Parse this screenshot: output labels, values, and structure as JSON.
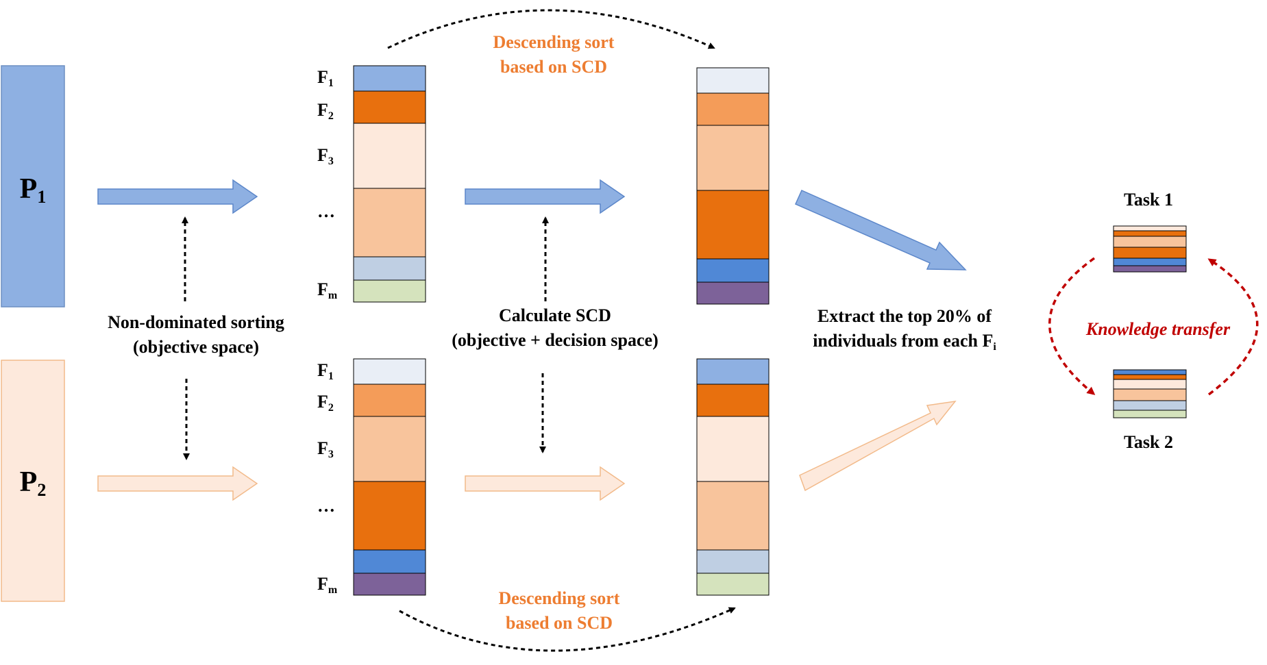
{
  "colors": {
    "light_blue": "#8eb0e2",
    "dark_orange": "#e8700e",
    "very_light_peach": "#fde9dc",
    "peach": "#f8c49c",
    "gray_blue": "#bfcfe3",
    "light_green": "#d5e3bd",
    "pale_blue": "#e9eef6",
    "mid_orange": "#f49c59",
    "blue": "#5088d6",
    "purple": "#7d6299",
    "p1_fill": "#8eb0e2",
    "p2_fill": "#fde9dc",
    "p2_stroke": "#f2ba8a",
    "knowledge_red": "#c00000",
    "sort_orange": "#ed7d31"
  },
  "populations": {
    "p1": {
      "letter": "P",
      "sub": "1"
    },
    "p2": {
      "letter": "P",
      "sub": "2"
    }
  },
  "front_labels": [
    {
      "letter": "F",
      "sub": "1"
    },
    {
      "letter": "F",
      "sub": "2"
    },
    {
      "letter": "F",
      "sub": "3"
    },
    {
      "letter": "…",
      "sub": ""
    },
    {
      "letter": "F",
      "sub": "m"
    }
  ],
  "labels": {
    "nds_line1": "Non-dominated sorting",
    "nds_line2": "(objective space)",
    "scd_line1": "Calculate SCD",
    "scd_line2": "(objective + decision space)",
    "sort_top_line1": "Descending sort",
    "sort_top_line2": "based on SCD",
    "sort_bottom_line1": "Descending sort",
    "sort_bottom_line2": "based on SCD",
    "extract_line1": "Extract the top 20% of",
    "extract_line2_main": "individuals from each F",
    "extract_line2_sub": "i",
    "task1": "Task 1",
    "task2": "Task 2",
    "knowledge_transfer": "Knowledge transfer"
  },
  "stacks": {
    "top_sorted_by_front": [
      "light_blue",
      "dark_orange",
      "very_light_peach",
      "peach",
      "gray_blue",
      "light_green"
    ],
    "top_sorted_by_scd": [
      "pale_blue",
      "mid_orange",
      "peach",
      "dark_orange",
      "blue",
      "purple"
    ],
    "bottom_sorted_by_front": [
      "pale_blue",
      "mid_orange",
      "peach",
      "dark_orange",
      "blue",
      "purple"
    ],
    "bottom_sorted_by_scd": [
      "light_blue",
      "dark_orange",
      "very_light_peach",
      "peach",
      "gray_blue",
      "light_green"
    ],
    "task1_stack": [
      "very_light_peach",
      "dark_orange",
      "peach",
      "dark_orange",
      "blue",
      "purple"
    ],
    "task2_stack": [
      "blue",
      "dark_orange",
      "very_light_peach",
      "peach",
      "gray_blue",
      "light_green"
    ]
  }
}
